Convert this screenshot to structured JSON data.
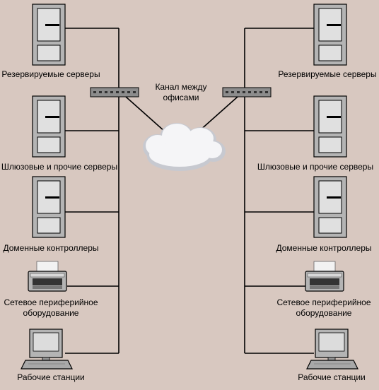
{
  "diagram": {
    "link_label_line1": "Канал между",
    "link_label_line2": "офисами",
    "left": {
      "reserve_servers": "Резервируемые серверы",
      "gateway_servers": "Шлюзовые и прочие серверы",
      "domain_controllers": "Доменные контроллеры",
      "peripherals_line1": "Сетевое периферийное",
      "peripherals_line2": "оборудование",
      "workstations": "Рабочие станции"
    },
    "right": {
      "reserve_servers": "Резервируемые серверы",
      "gateway_servers": "Шлюзовые и прочие серверы",
      "domain_controllers": "Доменные контроллеры",
      "peripherals_line1": "Сетевое периферийное",
      "peripherals_line2": "оборудование",
      "workstations": "Рабочие станции"
    }
  },
  "colors": {
    "background": "#d8c8c0",
    "device_body": "#b4b4b4",
    "device_panel": "#e2e2e2",
    "cloud": "#f4f4f6",
    "hub": "#8a8a8a"
  }
}
